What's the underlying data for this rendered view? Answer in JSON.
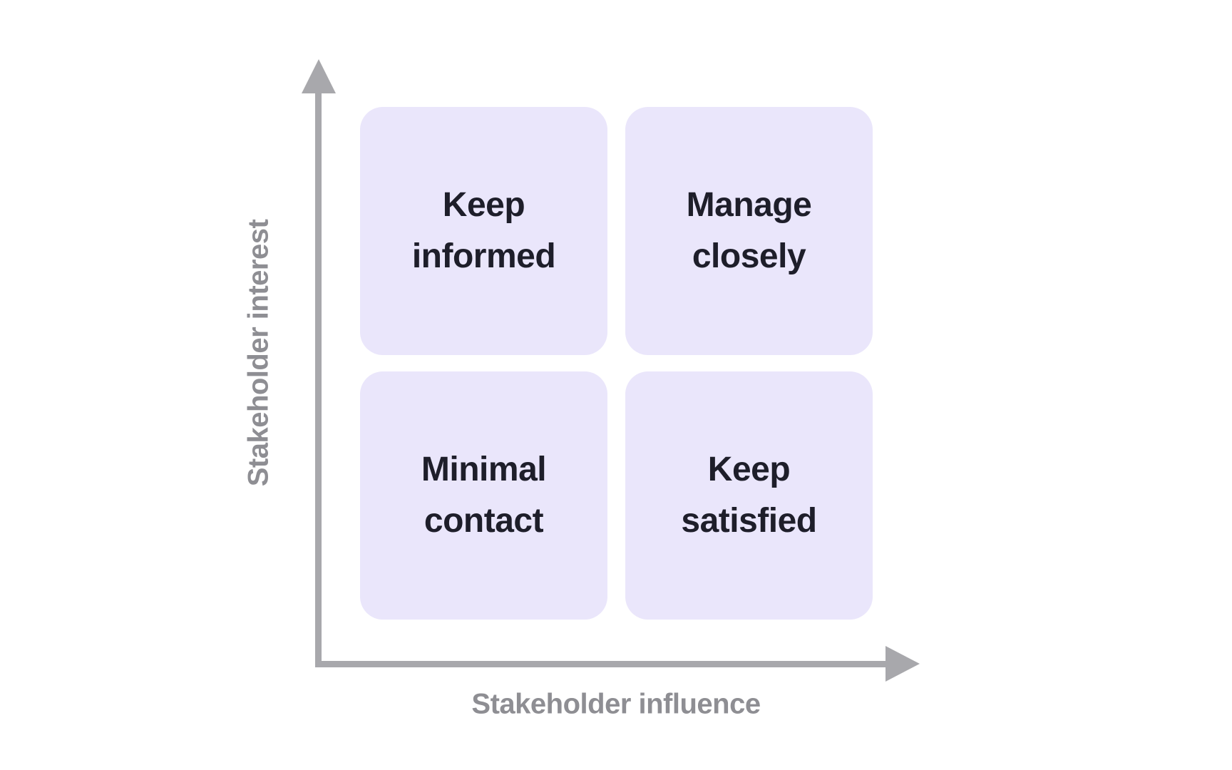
{
  "diagram": {
    "type": "quadrant-matrix",
    "axes": {
      "y_label": "Stakeholder interest",
      "x_label": "Stakeholder influence"
    },
    "quadrants": [
      {
        "id": "top-left",
        "label": "Keep informed"
      },
      {
        "id": "top-right",
        "label": "Manage closely"
      },
      {
        "id": "bottom-left",
        "label": "Minimal contact"
      },
      {
        "id": "bottom-right",
        "label": "Keep satisfied"
      }
    ],
    "colors": {
      "background": "#ffffff",
      "quadrant_fill": "#eae6fb",
      "quadrant_text": "#1e1e2a",
      "axis_arrow": "#a8a8ac",
      "axis_label_text": "#8e8e93"
    }
  }
}
